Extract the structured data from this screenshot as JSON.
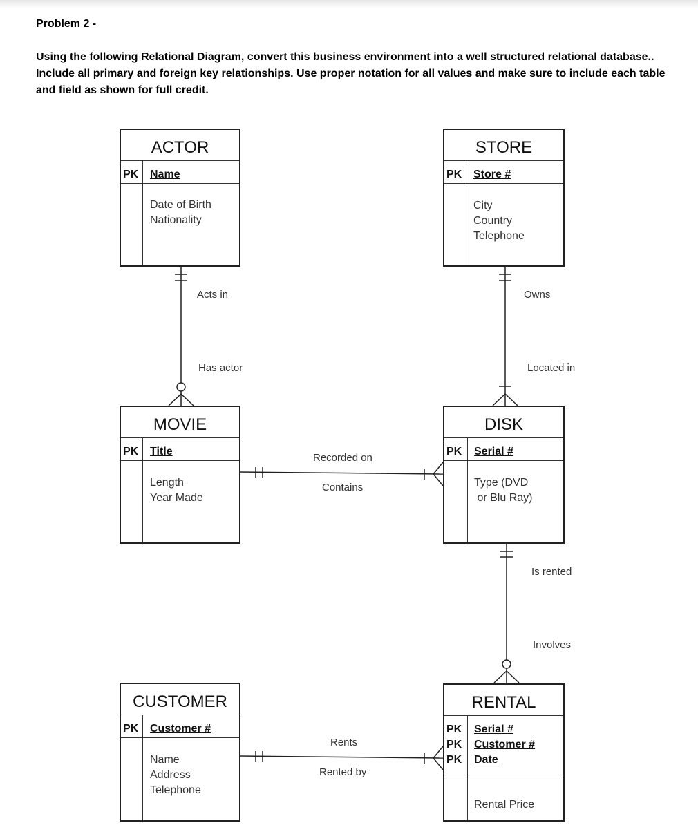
{
  "header": {
    "problem_title": "Problem 2 -",
    "instructions": "Using the following Relational Diagram, convert this business environment into a well structured relational database.. Include all primary and foreign key relationships. Use proper notation for all values and make sure to include each table and field as shown for full credit."
  },
  "entities": {
    "actor": {
      "name": "ACTOR",
      "pk_label": "PK",
      "keys": [
        "Name"
      ],
      "attributes": [
        "Date of Birth",
        "Nationality"
      ]
    },
    "store": {
      "name": "STORE",
      "pk_label": "PK",
      "keys": [
        "Store #"
      ],
      "attributes": [
        "City",
        "Country",
        "Telephone"
      ]
    },
    "movie": {
      "name": "MOVIE",
      "pk_label": "PK",
      "keys": [
        "Title"
      ],
      "attributes": [
        "Length",
        "Year Made"
      ]
    },
    "disk": {
      "name": "DISK",
      "pk_label": "PK",
      "keys": [
        "Serial #"
      ],
      "attributes": [
        "Type (DVD",
        " or Blu Ray)"
      ]
    },
    "customer": {
      "name": "CUSTOMER",
      "pk_label": "PK",
      "keys": [
        "Customer #"
      ],
      "attributes": [
        "Name",
        "Address",
        "Telephone"
      ]
    },
    "rental": {
      "name": "RENTAL",
      "pk_labels": [
        "PK",
        "PK",
        "PK"
      ],
      "keys": [
        "Serial #",
        "Customer #",
        "Date"
      ],
      "attributes": [
        "Rental Price"
      ]
    }
  },
  "relationships": [
    {
      "from": "ACTOR",
      "to": "MOVIE",
      "label_from": "Acts in",
      "label_to": "Has actor",
      "from_cardinality": "one-and-only-one",
      "to_cardinality": "zero-or-many"
    },
    {
      "from": "STORE",
      "to": "DISK",
      "label_from": "Owns",
      "label_to": "Located in",
      "from_cardinality": "one-and-only-one",
      "to_cardinality": "one-or-many"
    },
    {
      "from": "MOVIE",
      "to": "DISK",
      "label_from": "Recorded on",
      "label_to": "Contains",
      "from_cardinality": "one-and-only-one",
      "to_cardinality": "one-or-many"
    },
    {
      "from": "DISK",
      "to": "RENTAL",
      "label_from": "Is rented",
      "label_to": "Involves",
      "from_cardinality": "one-and-only-one",
      "to_cardinality": "zero-or-many"
    },
    {
      "from": "CUSTOMER",
      "to": "RENTAL",
      "label_from": "Rents",
      "label_to": "Rented by",
      "from_cardinality": "one-and-only-one",
      "to_cardinality": "one-or-many"
    }
  ]
}
